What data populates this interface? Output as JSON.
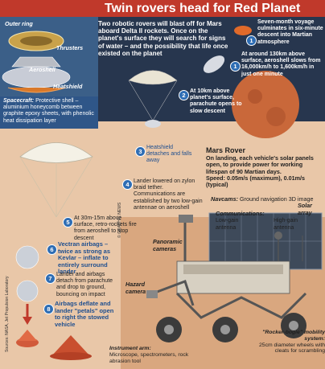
{
  "title": "Twin rovers head for Red Planet",
  "intro": "Two robotic rovers will blast off for Mars aboard Delta II rockets. Once on the planet's surface they will search for signs of water – and the possibility that life once existed on the planet",
  "labels": {
    "outer_ring": "Outer ring",
    "thrusters": "Thrusters",
    "aeroshell": "Aeroshell",
    "heatshield": "Heatshield",
    "spacecraft": "Spacecraft:",
    "spacecraft_desc": "Protective shell – aluminium honeycomb between graphite epoxy sheets, with phenolic heat dissipation layer",
    "navcams": "Navcams:",
    "navcams_desc": "Ground navigation 3D image",
    "comms": "Communications:",
    "low_gain": "Low-gain antenna",
    "high_gain": "High-gain antenna",
    "solar_array": "Solar array",
    "panoramic": "Panoramic cameras",
    "hazard": "Hazard camera",
    "instrument_arm": "Instrument arm:",
    "instrument_desc": "Microscope, spectrometers, rock abrasion tool",
    "rocker": "\"Rocker-bogie\" mobility system:",
    "rocker_desc": "25cm diameter wheels with cleats for scrambling"
  },
  "steps": [
    {
      "n": "1",
      "text": "Seven-month voyage culminates in six-minute descent into Martian atmosphere"
    },
    {
      "n": "1",
      "text": "At around 130km above surface, aeroshell slows from 16,000km/h to 1,600km/h in just one minute"
    },
    {
      "n": "2",
      "text": "At 10km above planet's surface, parachute opens to slow descent"
    },
    {
      "n": "3",
      "text": "Heatshield detaches and falls away"
    },
    {
      "n": "4",
      "text": "Lander lowered on zylon braid tether. Communications are established by two low-gain antennae on aeroshell"
    },
    {
      "n": "5",
      "text": "At 30m-15m above surface, retro-rockets fire from aeroshell to stop descent"
    },
    {
      "n": "6",
      "text": "Vectran airbags – twice as strong as Kevlar – inflate to entirely surround lander"
    },
    {
      "n": "7",
      "text": "Lander and airbags detach from parachute and drop to ground, bouncing on impact"
    },
    {
      "n": "8",
      "text": "Airbags deflate and lander \"petals\" open to right the stowed vehicle"
    }
  ],
  "rover": {
    "title": "Mars Rover",
    "desc": "On landing, each vehicle's solar panels open, to provide power for working lifespan of 90 Martian days.",
    "speed": "Speed: 0.05m/s (maximum), 0.01m/s (typical)"
  },
  "source": "Sources: NASA, Jet Propulsion Laboratory",
  "credit": "© GRAPHIC NEWS",
  "colors": {
    "title_bar": "#c0392b",
    "number_badge": "#2e6db4",
    "space": "#27364e",
    "mars": "#c9683a"
  }
}
